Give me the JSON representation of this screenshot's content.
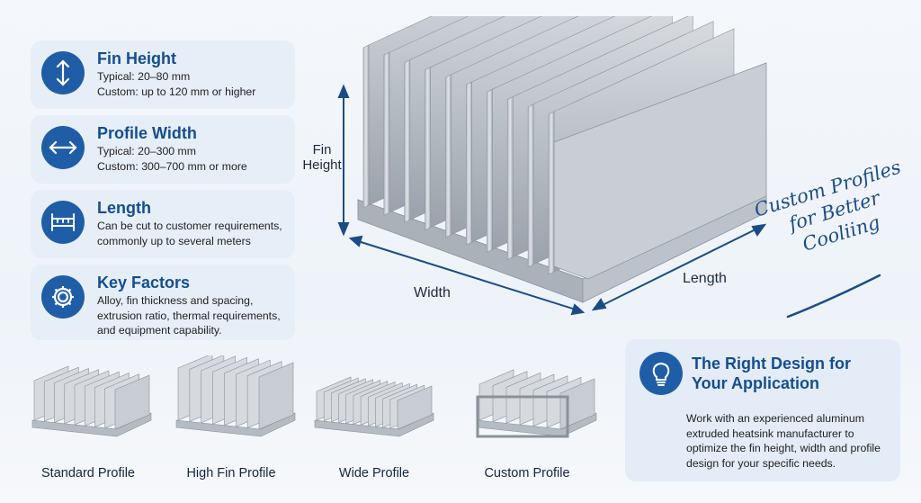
{
  "features": [
    {
      "icon": "vertical-arrows-icon",
      "title": "Fin Height",
      "lines": [
        "Typical: 20–80 mm",
        "Custom: up to 120 mm or higher"
      ]
    },
    {
      "icon": "horizontal-arrows-icon",
      "title": "Profile Width",
      "lines": [
        "Typical: 20–300 mm",
        "Custom: 300–700 mm or more"
      ]
    },
    {
      "icon": "length-ruler-icon",
      "title": "Length",
      "lines": [
        "Can be cut to customer requirements,",
        "commonly up to several meters"
      ]
    },
    {
      "icon": "gear-icon",
      "title": "Key Factors",
      "lines": [
        "Alloy, fin thickness and spacing,",
        "extrusion ratio, thermal requirements,",
        "and equipment capability."
      ]
    }
  ],
  "hero": {
    "fin_height_label_1": "Fin",
    "fin_height_label_2": "Height",
    "width_label": "Width",
    "length_label": "Length"
  },
  "slogan": [
    "Custom Profiles",
    "for Better",
    "Cooliing"
  ],
  "profiles": [
    "Standard Profile",
    "High Fin Profile",
    "Wide Profile",
    "Custom Profile"
  ],
  "panel": {
    "icon": "lightbulb-icon",
    "title_1": "The Right Design for",
    "title_2": "Your Application",
    "body_1": "Work with an experienced aluminum",
    "body_2": "extruded heatsink manufacturer to",
    "body_3": "optimize the fin height, width and profile",
    "body_4": "design for your specific needs."
  },
  "colors": {
    "accent": "#1f5ea7",
    "heading": "#154d8f",
    "card_bg": "#e6eef8",
    "metal": "#c3c8cf"
  }
}
